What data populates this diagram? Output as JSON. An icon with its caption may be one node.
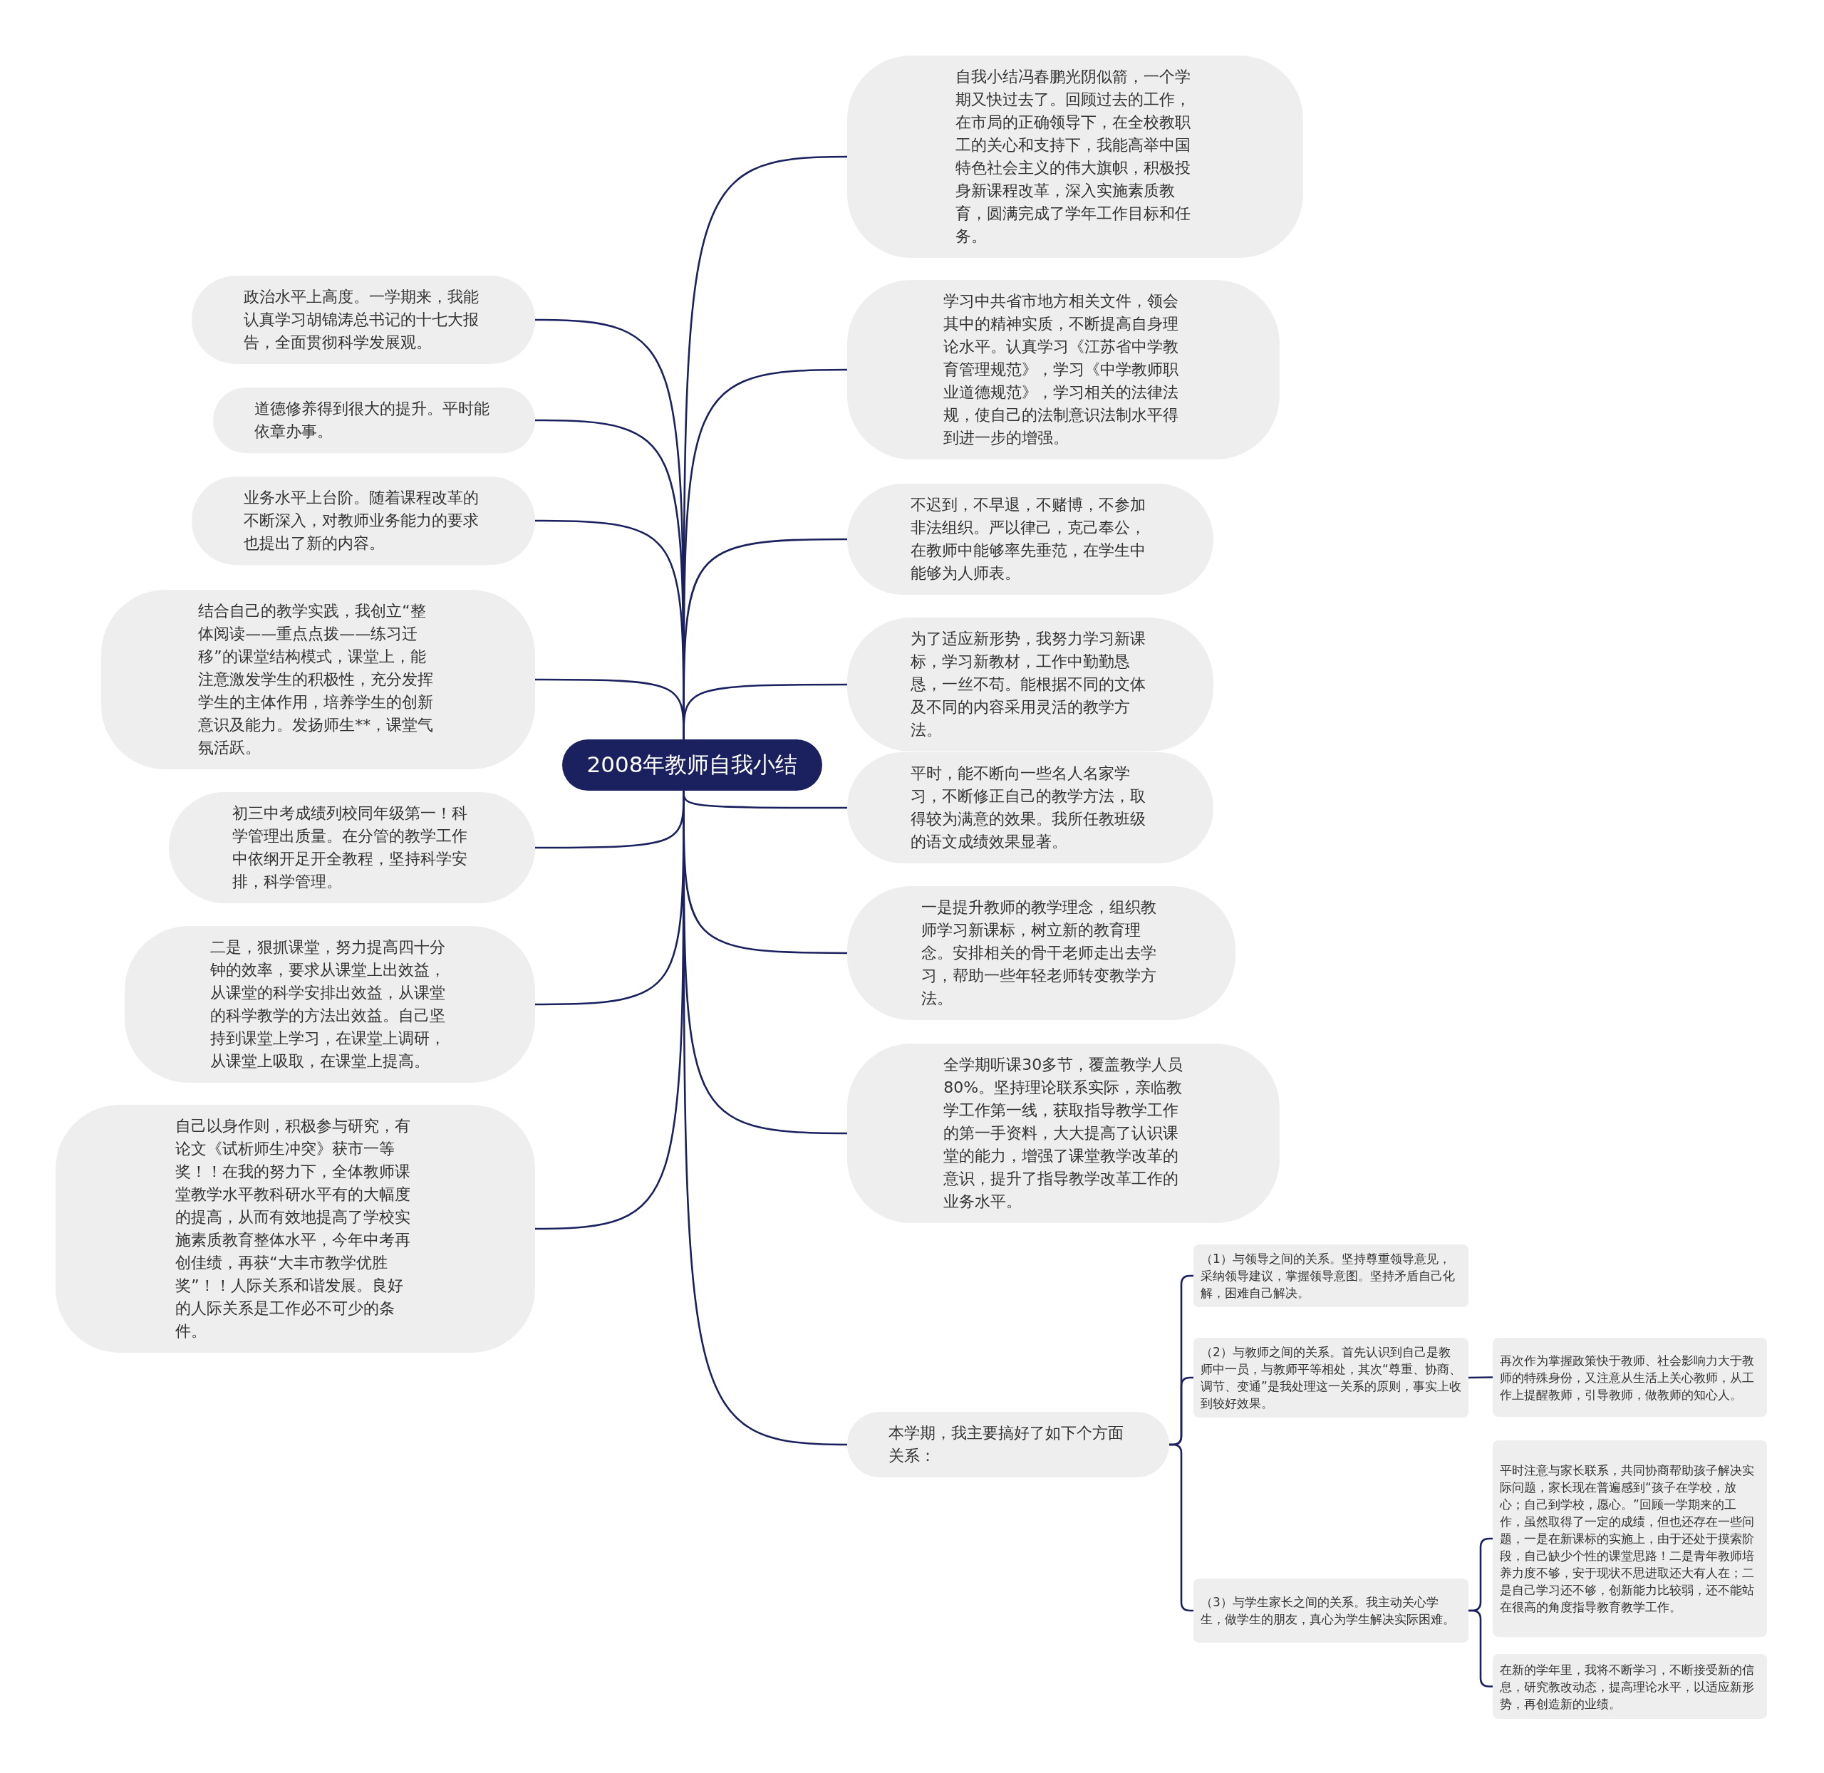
{
  "diagram": {
    "nodes": [
      {
        "text": [
          "2008年教师自我小结"
        ]
      },
      {
        "text": [
          "政治水平上高度。一学期来，我能认真学习胡锦涛总书记的十七大报告，全面贯彻科学发展观。"
        ]
      },
      {
        "text": [
          "道德修养得到很大的提升。平时能依章办事。"
        ]
      },
      {
        "text": [
          "业务水平上台阶。随着课程改革的不断深入，对教师业务能力的要求也提出了新的内容。"
        ]
      },
      {
        "text": [
          "结合自己的教学实践，我创立“整体阅读——重点点拨——练习迁移”的课堂结构模式，课堂上，能注意激发学生的积极性，充分发挥学生的主体作用，培养学生的创新意识及能力。发扬师生**，课堂气氛活跃。"
        ]
      },
      {
        "text": [
          "初三中考成绩列校同年级第一！科学管理出质量。在分管的教学工作中依纲开足开全教程，坚持科学安排，科学管理。"
        ]
      },
      {
        "text": [
          "二是，狠抓课堂，努力提高四十分钟的效率，要求从课堂上出效益，从课堂的科学安排出效益，从课堂的科学教学的方法出效益。自己坚持到课堂上学习，在课堂上调研，从课堂上吸取，在课堂上提高。"
        ]
      },
      {
        "text": [
          "自己以身作则，积极参与研究，有论文《试析师生冲突》获市一等奖！！在我的努力下，全体教师课堂教学水平教科研水平有的大幅度的提高，从而有效地提高了学校实施素质教育整体水平，今年中考再创佳绩，再获“大丰市教学优胜奖”！！人际关系和谐发展。良好的人际关系是工作必不可少的条件。"
        ]
      },
      {
        "text": [
          "自我小结冯春鹏光阴似箭，一个学期又快过去了。回顾过去的工作，在市局的正确领导下，在全校教职工的关心和支持下，我能高举中国特色社会主义的伟大旗帜，积极投身新课程改革，深入实施素质教育，圆满完成了学年工作目标和任务。"
        ]
      },
      {
        "text": [
          "学习中共省市地方相关文件，领会其中的精神实质，不断提高自身理论水平。认真学习《江苏省中学教育管理规范》，学习《中学教师职业道德规范》，学习相关的法律法规，使自己的法制意识法制水平得到进一步的增强。"
        ]
      },
      {
        "text": [
          "不迟到，不早退，不赌博，不参加非法组织。严以律己，克己奉公，在教师中能够率先垂范，在学生中能够为人师表。"
        ]
      },
      {
        "text": [
          "为了适应新形势，我努力学习新课标，学习新教材，工作中勤勤恳恳，一丝不苟。能根据不同的文体及不同的内容采用灵活的教学方法。"
        ]
      },
      {
        "text": [
          "平时，能不断向一些名人名家学习，不断修正自己的教学方法，取得较为满意的效果。我所任教班级的语文成绩效果显著。"
        ]
      },
      {
        "text": [
          "一是提升教师的教学理念，组织教师学习新课标，树立新的教育理念。安排相关的骨干老师走出去学习，帮助一些年轻老师转变教学方法。"
        ]
      },
      {
        "text": [
          "全学期听课30多节，覆盖教学人员80%。坚持理论联系实际，亲临教学工作第一线，获取指导教学工作的第一手资料，大大提高了认识课堂的能力，增强了课堂教学改革的意识，提升了指导教学改革工作的业务水平。"
        ]
      },
      {
        "text": [
          "本学期，我主要搞好了如下个方面关系："
        ]
      },
      {
        "text": [
          "（1）与领导之间的关系。坚持尊重领导意见，采纳领导建议，掌握领导意图。坚持矛盾自己化解，困难自己解决。"
        ]
      },
      {
        "text": [
          "（2）与教师之间的关系。首先认识到自己是教师中一员，与教师平等相处，其次“尊重、协商、调节、变通”是我处理这一关系的原则，事实上收到较好效果。"
        ]
      },
      {
        "text": [
          "再次作为掌握政策快于教师、社会影响力大于教师的特殊身份，又注意从生活上关心教师，从工作上提醒教师，引导教师，做教师的知心人。"
        ]
      },
      {
        "text": [
          "（3）与学生家长之间的关系。我主动关心学生，做学生的朋友，真心为学生解决实际困难。"
        ]
      },
      {
        "text": [
          "平时注意与家长联系，共同协商帮助孩子解决实际问题，家长现在普遍感到“孩子在学校，放心；自己到学校，愿心。”回顾一学期来的工作，虽然取得了一定的成绩，但也还存在一些问题，一是在新课标的实施上，由于还处于摸索阶段，自己缺少个性的课堂思路！二是青年教师培养力度不够，安于现状不思进取还大有人在；二是自己学习还不够，创新能力比较弱，还不能站在很高的角度指导教育教学工作。"
        ]
      },
      {
        "text": [
          "在新的学年里，我将不断学习，不断接受新的信息，研究教改动态，提高理论水平，以适应新形势，再创造新的业绩。"
        ]
      }
    ],
    "edges": [
      {
        "from": 0,
        "to": 1,
        "arrow": "none"
      },
      {
        "from": 0,
        "to": 2,
        "arrow": "none"
      },
      {
        "from": 0,
        "to": 3,
        "arrow": "none"
      },
      {
        "from": 0,
        "to": 4,
        "arrow": "none"
      },
      {
        "from": 0,
        "to": 5,
        "arrow": "none"
      },
      {
        "from": 0,
        "to": 6,
        "arrow": "none"
      },
      {
        "from": 0,
        "to": 7,
        "arrow": "none"
      },
      {
        "from": 0,
        "to": 8,
        "arrow": "none"
      },
      {
        "from": 0,
        "to": 9,
        "arrow": "none"
      },
      {
        "from": 0,
        "to": 10,
        "arrow": "none"
      },
      {
        "from": 0,
        "to": 11,
        "arrow": "none"
      },
      {
        "from": 0,
        "to": 12,
        "arrow": "none"
      },
      {
        "from": 0,
        "to": 13,
        "arrow": "none"
      },
      {
        "from": 0,
        "to": 14,
        "arrow": "none"
      },
      {
        "from": 0,
        "to": 15,
        "arrow": "none"
      },
      {
        "from": 15,
        "to": 16,
        "arrow": "none"
      },
      {
        "from": 15,
        "to": 17,
        "arrow": "none"
      },
      {
        "from": 15,
        "to": 19,
        "arrow": "none"
      },
      {
        "from": 17,
        "to": 18,
        "arrow": "none"
      },
      {
        "from": 19,
        "to": 20,
        "arrow": "none"
      },
      {
        "from": 19,
        "to": 21,
        "arrow": "none"
      }
    ]
  }
}
